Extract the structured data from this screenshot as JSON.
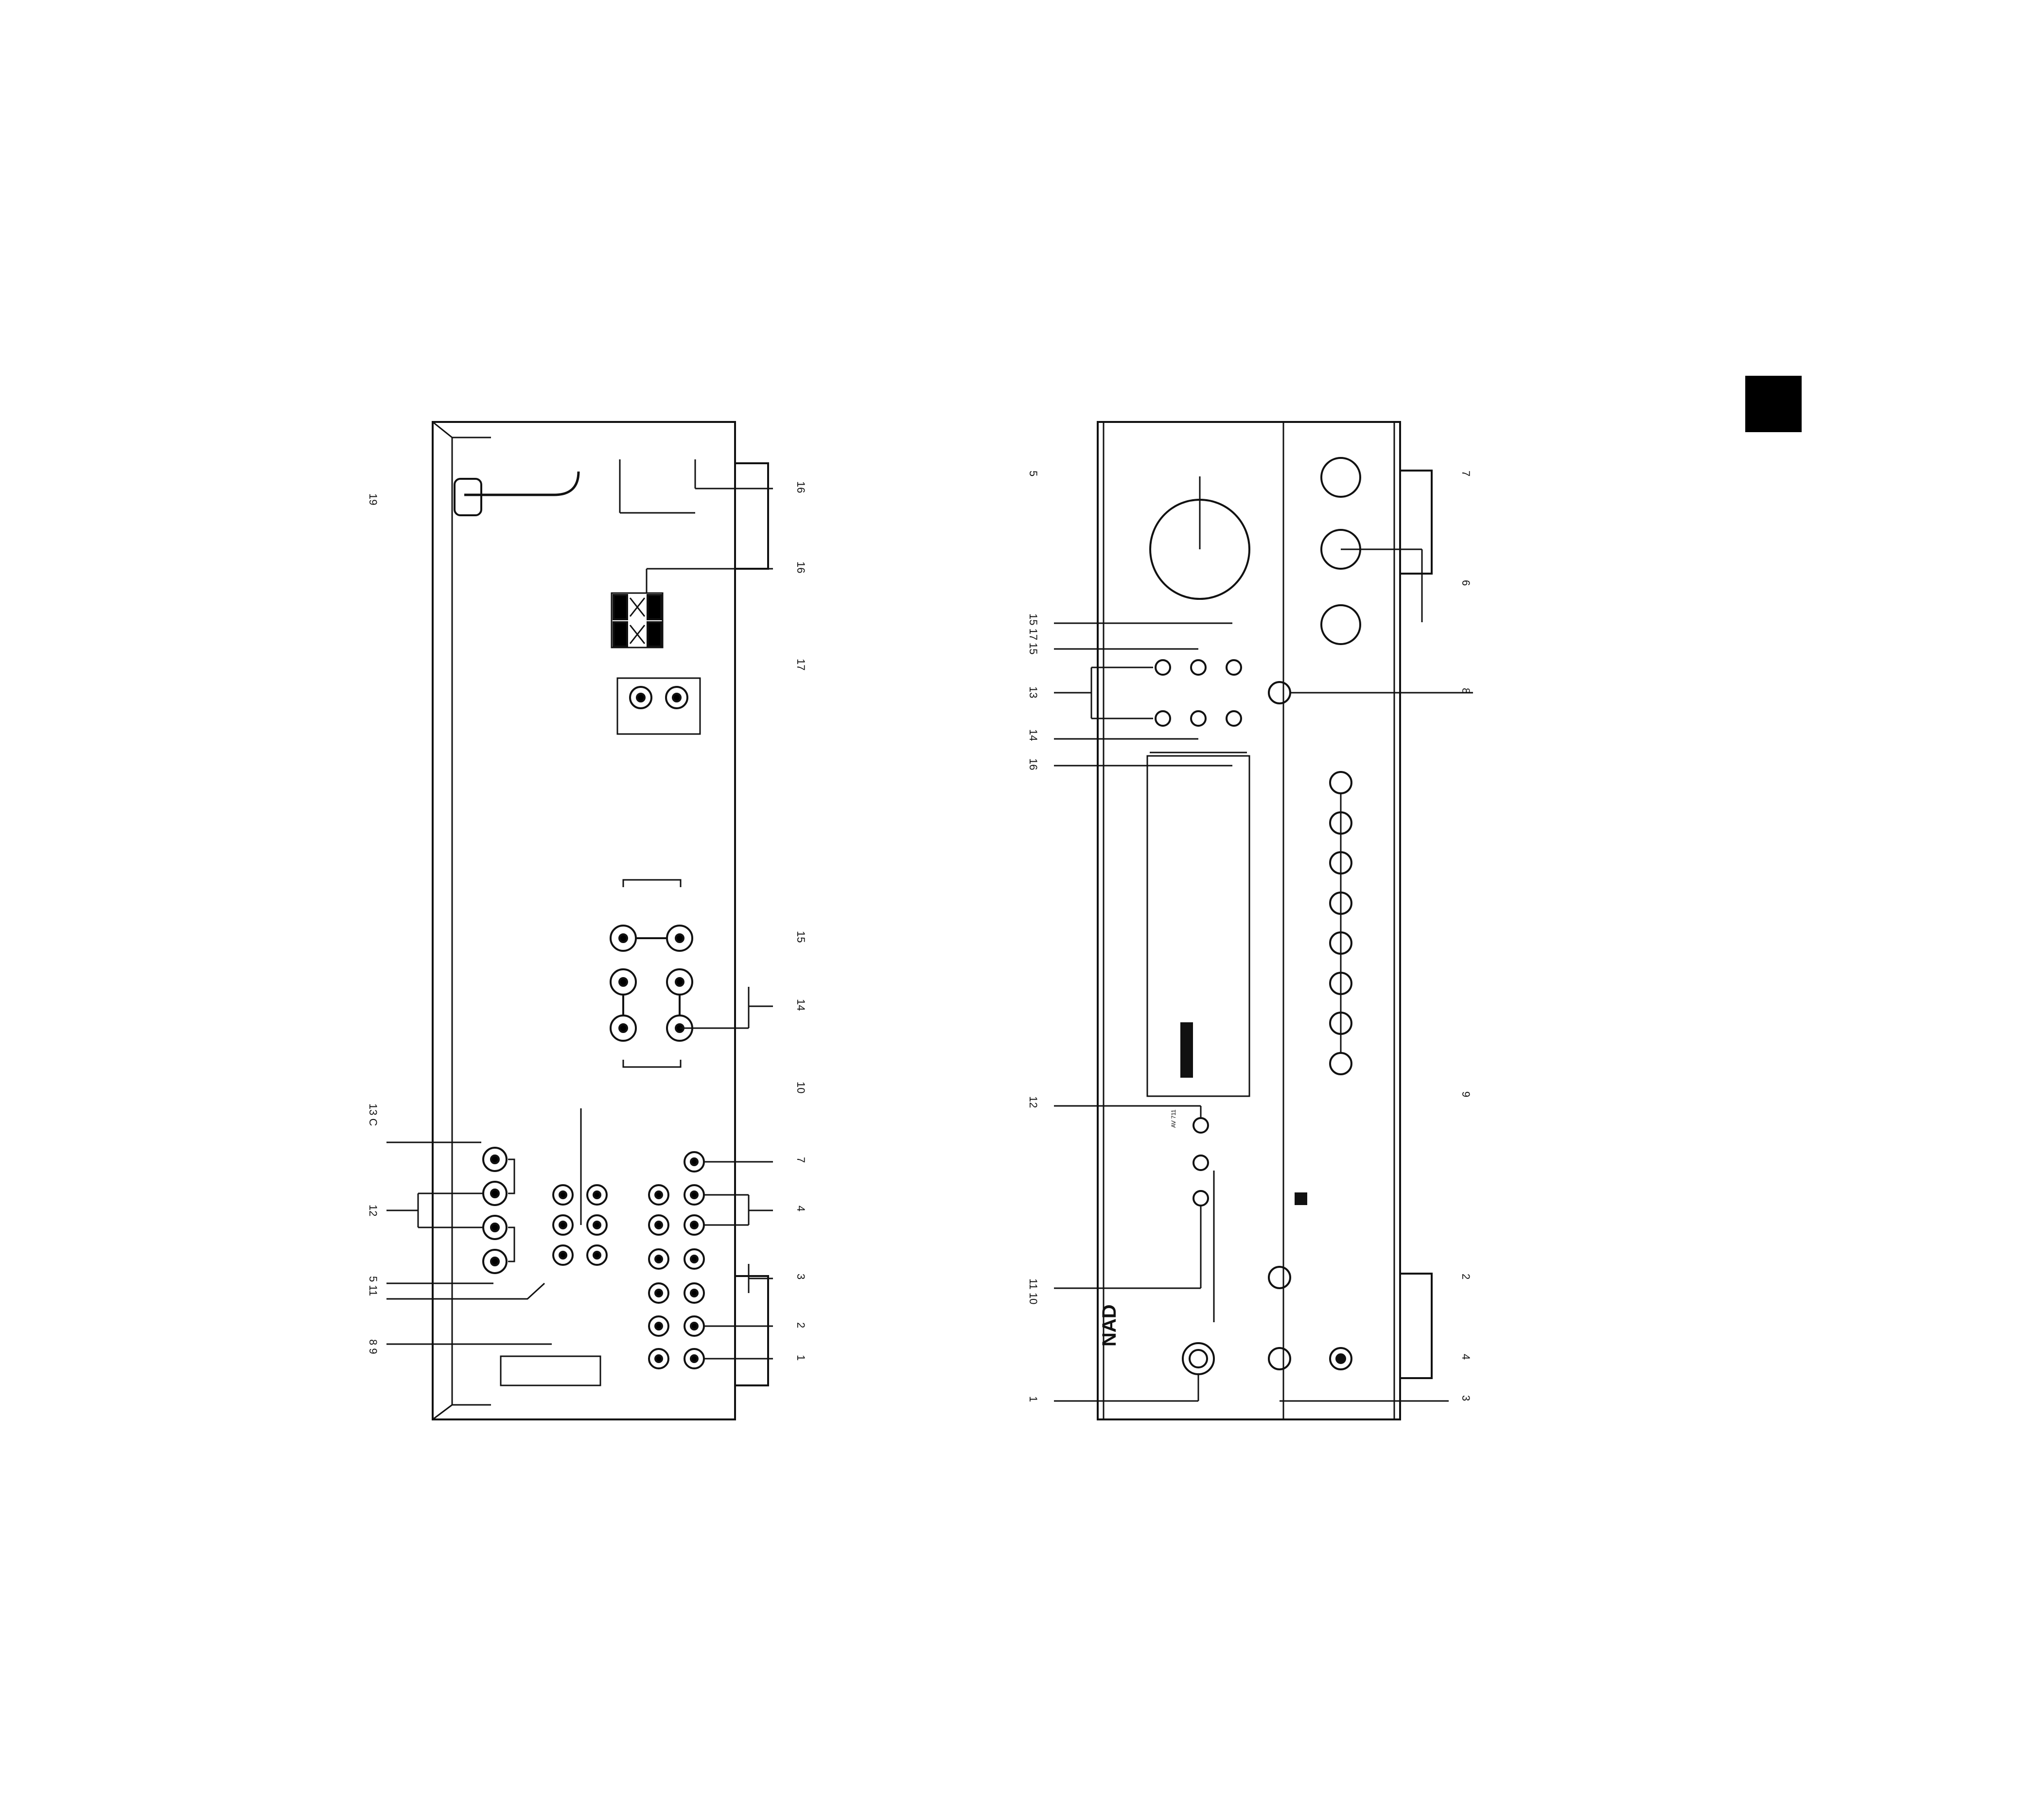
{
  "page": {
    "corner_tab_color": "#000000",
    "ink_color": "#111111"
  },
  "rear_panel": {
    "callouts": {
      "c19": "19",
      "c16a": "16",
      "c16b": "16",
      "c17": "17",
      "c15": "15",
      "c14": "14",
      "c10": "10",
      "c7": "7",
      "c4": "4",
      "c3": "3",
      "c2": "2",
      "c1": "1",
      "c13": "13 C",
      "c12": "12",
      "c11": "5 11",
      "c89": "8 9"
    }
  },
  "front_panel": {
    "brand": "NAD",
    "model": "AV 711",
    "callouts": {
      "c5": "5",
      "c7": "7",
      "c6": "6",
      "c17": "15 17",
      "c15": "15",
      "c13": "13",
      "c8": "8",
      "c14": "14",
      "c16": "16",
      "c9": "9",
      "c12": "12",
      "c11": "11 10",
      "c2": "2",
      "c4": "4",
      "c1": "1",
      "c3": "3"
    }
  }
}
